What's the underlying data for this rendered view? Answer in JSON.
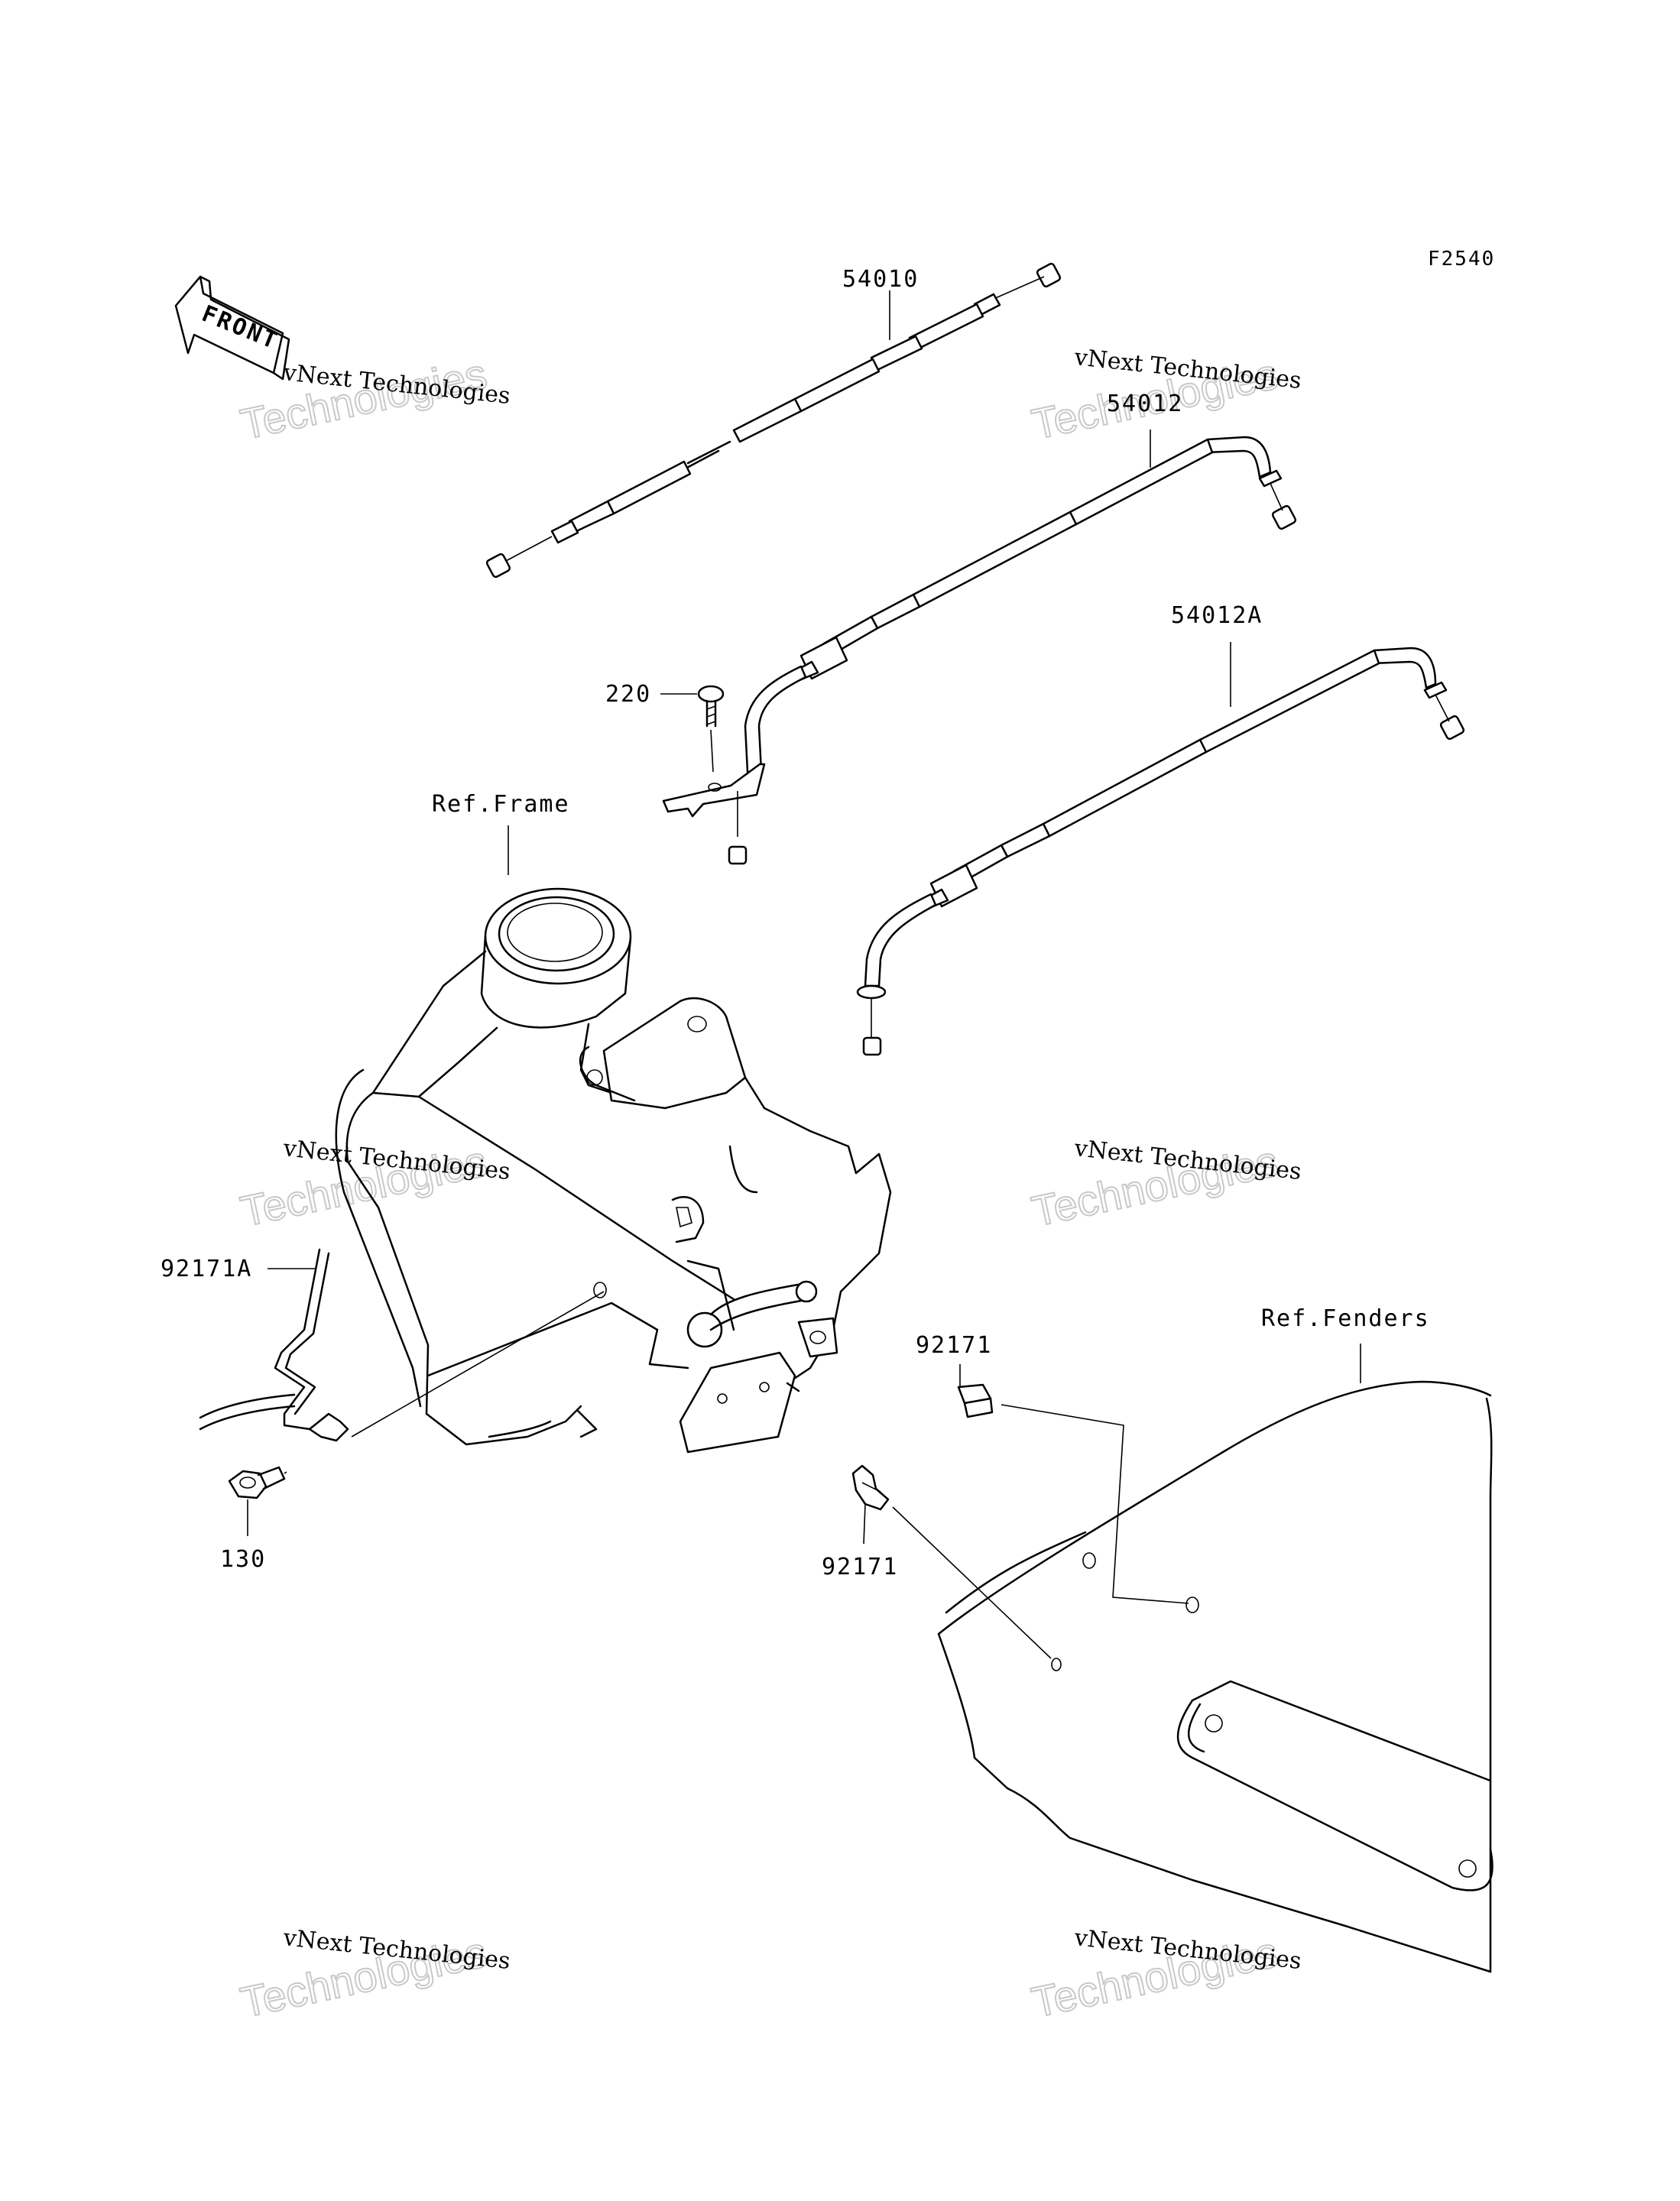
{
  "diagram": {
    "code": "F2540",
    "front_label": "FRONT",
    "parts": [
      {
        "id": "p54010",
        "label": "54010"
      },
      {
        "id": "p54012",
        "label": "54012"
      },
      {
        "id": "p54012A",
        "label": "54012A"
      },
      {
        "id": "p220",
        "label": "220"
      },
      {
        "id": "p92171A",
        "label": "92171A"
      },
      {
        "id": "p130",
        "label": "130"
      },
      {
        "id": "p92171a",
        "label": "92171"
      },
      {
        "id": "p92171b",
        "label": "92171"
      }
    ],
    "references": {
      "frame": "Ref.Frame",
      "fenders": "Ref.Fenders"
    },
    "watermark": {
      "small": "vNext Technologies",
      "large": "Technologies"
    }
  }
}
